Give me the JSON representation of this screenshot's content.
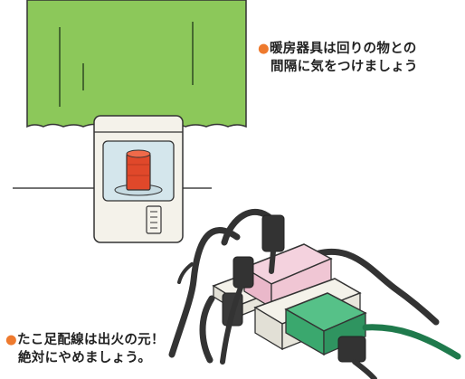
{
  "colors": {
    "curtain": "#8cc85a",
    "heater_core": "#e0482a",
    "heater_window": "#d4e6ec",
    "outlet_pink": "#f4d2de",
    "outlet_green": "#3aa86e",
    "plug_dark": "#333333",
    "bullet": "#ee7a2e"
  },
  "icons": {
    "bullet": "●"
  },
  "heater_caption": {
    "line1": "暖房器具は回りの物との",
    "line2": "間隔に気をつけましょう"
  },
  "octopus_caption": {
    "line1": "たこ足配線は出火の元！",
    "line2": "絶対にやめましょう。"
  }
}
